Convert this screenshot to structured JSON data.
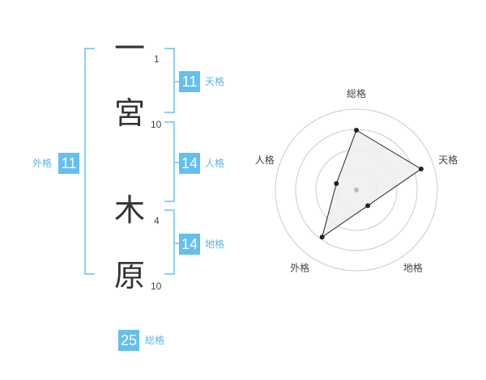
{
  "name": {
    "chars": [
      {
        "char": "一",
        "strokes": "1"
      },
      {
        "char": "宮",
        "strokes": "10"
      },
      {
        "char": "木",
        "strokes": "4"
      },
      {
        "char": "原",
        "strokes": "10"
      }
    ]
  },
  "kaku": {
    "tenkaku": {
      "value": "11",
      "label": "天格"
    },
    "jinkaku": {
      "value": "14",
      "label": "人格"
    },
    "chikaku": {
      "value": "14",
      "label": "地格"
    },
    "gaikaku": {
      "value": "11",
      "label": "外格"
    },
    "soukaku": {
      "value": "25",
      "label": "総格"
    }
  },
  "chart_data": {
    "type": "radar",
    "axes": [
      "総格",
      "天格",
      "地格",
      "外格",
      "人格"
    ],
    "values": [
      0.74,
      0.84,
      0.24,
      0.72,
      0.26
    ],
    "rings": 4,
    "colors": {
      "fill": "#eeeeee",
      "line": "#222222",
      "ring": "#cccccc",
      "center": "#bbbbbb"
    }
  },
  "colors": {
    "badge": "#63bff1",
    "bracket": "#8fd0f5",
    "label": "#5cb5ea"
  }
}
